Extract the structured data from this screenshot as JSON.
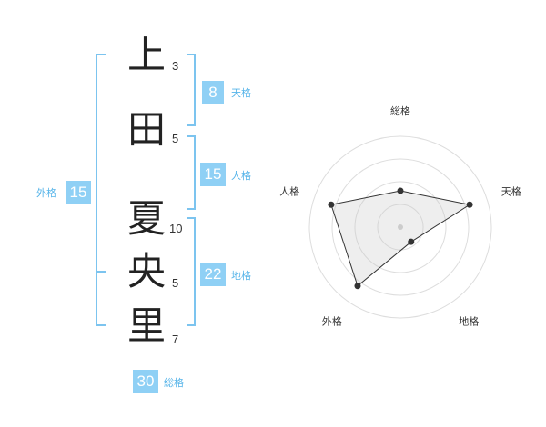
{
  "name": {
    "chars": [
      {
        "char": "上",
        "strokes": "3"
      },
      {
        "char": "田",
        "strokes": "5"
      },
      {
        "char": "夏",
        "strokes": "10"
      },
      {
        "char": "央",
        "strokes": "5"
      },
      {
        "char": "里",
        "strokes": "7"
      }
    ]
  },
  "kaku": {
    "tenkaku": {
      "value": "8",
      "label": "天格"
    },
    "jinkaku": {
      "value": "15",
      "label": "人格"
    },
    "gaikaku": {
      "value": "15",
      "label": "外格"
    },
    "chikaku": {
      "value": "22",
      "label": "地格"
    },
    "soukaku": {
      "value": "30",
      "label": "総格"
    }
  },
  "colors": {
    "accent": "#8fd0f5",
    "label_blue": "#56b4e9",
    "bracket": "#7cc4ef"
  },
  "chart_data": {
    "type": "radar",
    "axes": [
      "総格",
      "天格",
      "地格",
      "外格",
      "人格"
    ],
    "values": [
      2,
      4,
      1,
      4,
      4
    ],
    "rmax": 5,
    "rings": 4
  }
}
